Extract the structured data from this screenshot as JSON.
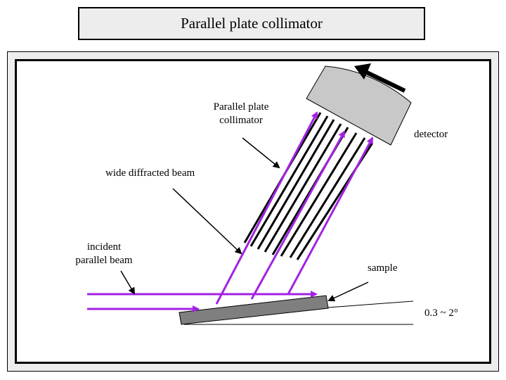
{
  "title": "Parallel plate collimator",
  "labels": {
    "collimator_line1": "Parallel plate",
    "collimator_line2": "collimator",
    "detector": "detector",
    "wide_diffracted_beam": "wide diffracted beam",
    "incident_line1": "incident",
    "incident_line2": "parallel beam",
    "sample": "sample",
    "angle": "0.3 ~ 2°"
  },
  "colors": {
    "beam": "#a322e3",
    "detector_fill": "#c8c8c8",
    "sample_fill": "#7f7f7f",
    "frame_bg": "#ededed"
  }
}
